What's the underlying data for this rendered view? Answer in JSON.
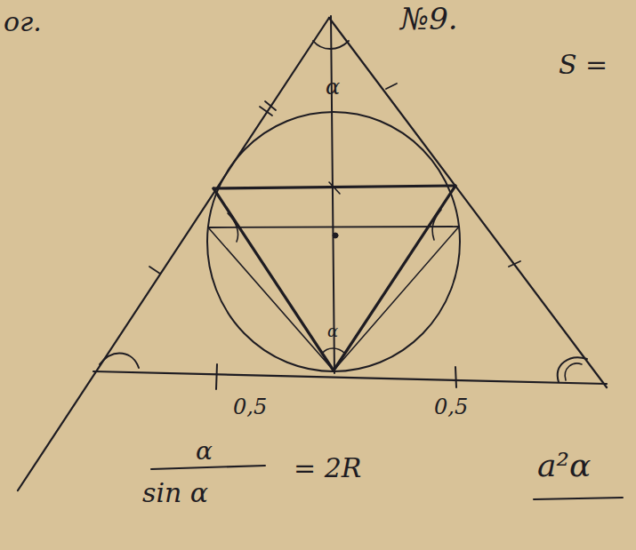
{
  "diagram": {
    "labels": [
      "ог.",
      "№9.",
      "S =",
      "α",
      "α",
      "0,5",
      "0,5",
      "α",
      "sin α",
      "= 2R",
      "a²α"
    ]
  }
}
